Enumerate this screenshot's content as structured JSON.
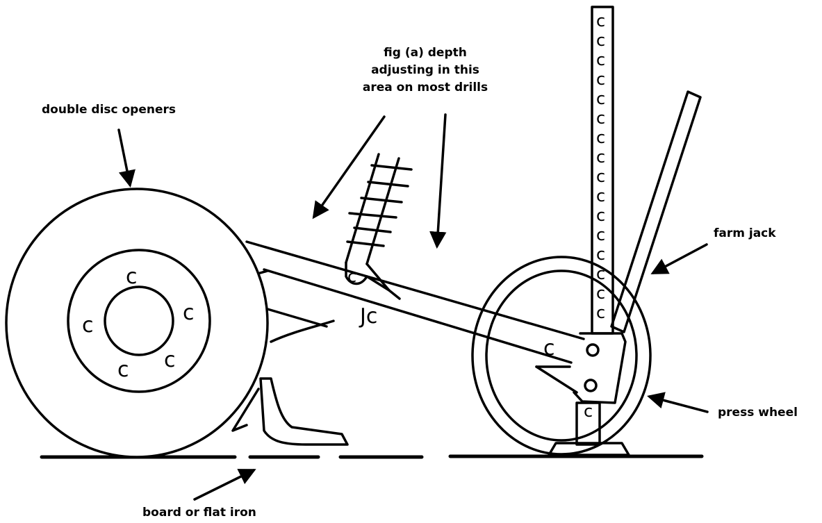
{
  "labels": {
    "double_disc_openers": "double disc openers",
    "depth_line1": "fig (a) depth",
    "depth_line2": "adjusting in this",
    "depth_line3": "area on most drills",
    "farm_jack": "farm jack",
    "press_wheel": "press wheel",
    "board_flat_iron": "board or flat iron"
  },
  "hub_bolt_glyph": "c",
  "frame_mark_glyph": "Jc",
  "colors": {
    "ink": "#000000",
    "background": "#ffffff"
  }
}
